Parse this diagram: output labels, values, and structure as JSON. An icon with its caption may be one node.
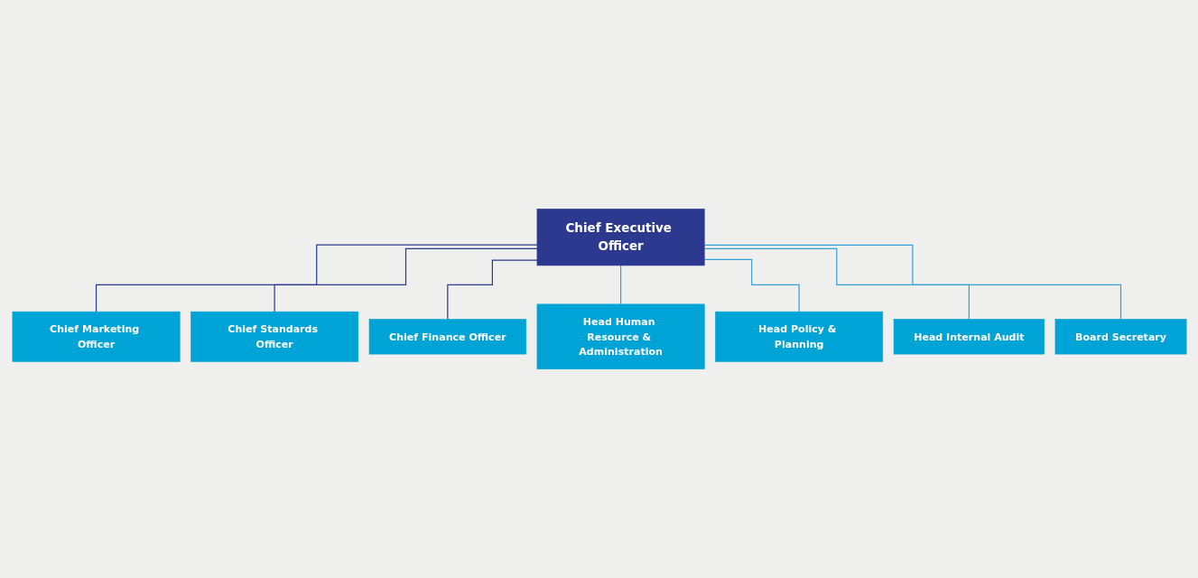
{
  "diagram": {
    "nodes": [
      {
        "text": [
          "Chief Executive Officer"
        ]
      },
      {
        "text": [
          "Chief Marketing Officer"
        ]
      },
      {
        "text": [
          "Chief Standards Officer"
        ]
      },
      {
        "text": [
          "Chief Finance Officer"
        ]
      },
      {
        "text": [
          "Head Human Resource & Administration"
        ]
      },
      {
        "text": [
          "Head Policy & Planning"
        ]
      },
      {
        "text": [
          "Head Internal Audit"
        ]
      },
      {
        "text": [
          "Board Secretary"
        ]
      }
    ],
    "edges": [
      {
        "from": 0,
        "to": 1,
        "arrow": "none",
        "color": "#2b3a8f"
      },
      {
        "from": 0,
        "to": 2,
        "arrow": "none",
        "color": "#2b3a8f"
      },
      {
        "from": 0,
        "to": 3,
        "arrow": "none",
        "color": "#2b3a8f"
      },
      {
        "from": 0,
        "to": 4,
        "arrow": "none"
      },
      {
        "from": 0,
        "to": 5,
        "arrow": "none"
      },
      {
        "from": 0,
        "to": 6,
        "arrow": "none"
      },
      {
        "from": 0,
        "to": 7,
        "arrow": "none"
      }
    ]
  }
}
